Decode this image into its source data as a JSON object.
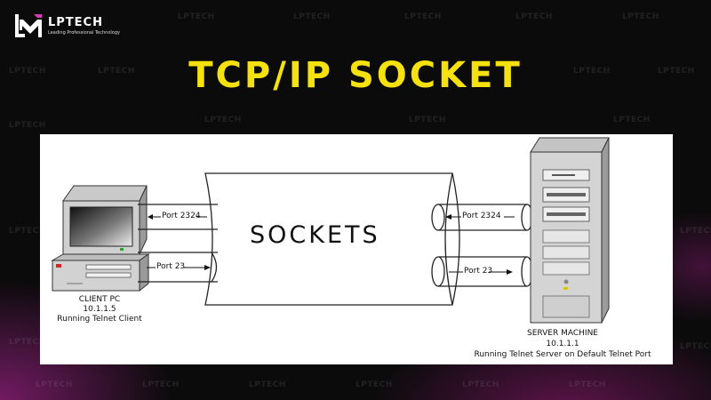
{
  "brand": {
    "name": "LPTECH",
    "tagline": "Leading Professional Technology",
    "watermark_text": "LPTECH"
  },
  "title": "TCP/IP SOCKET",
  "diagram": {
    "center_label": "SOCKETS",
    "client": {
      "line1": "CLIENT PC",
      "line2": "10.1.1.5",
      "line3": "Running Telnet Client"
    },
    "server": {
      "line1": "SERVER MACHINE",
      "line2": "10.1.1.1",
      "line3": "Running Telnet Server on  Default Telnet Port"
    },
    "left_ports": [
      "Port 2324",
      "Port 23"
    ],
    "right_ports": [
      "Port 2324",
      "Port 23"
    ]
  },
  "colors": {
    "background": "#0b0b0b",
    "title": "#f4e10e",
    "accent_magenta": "#c828aa"
  }
}
